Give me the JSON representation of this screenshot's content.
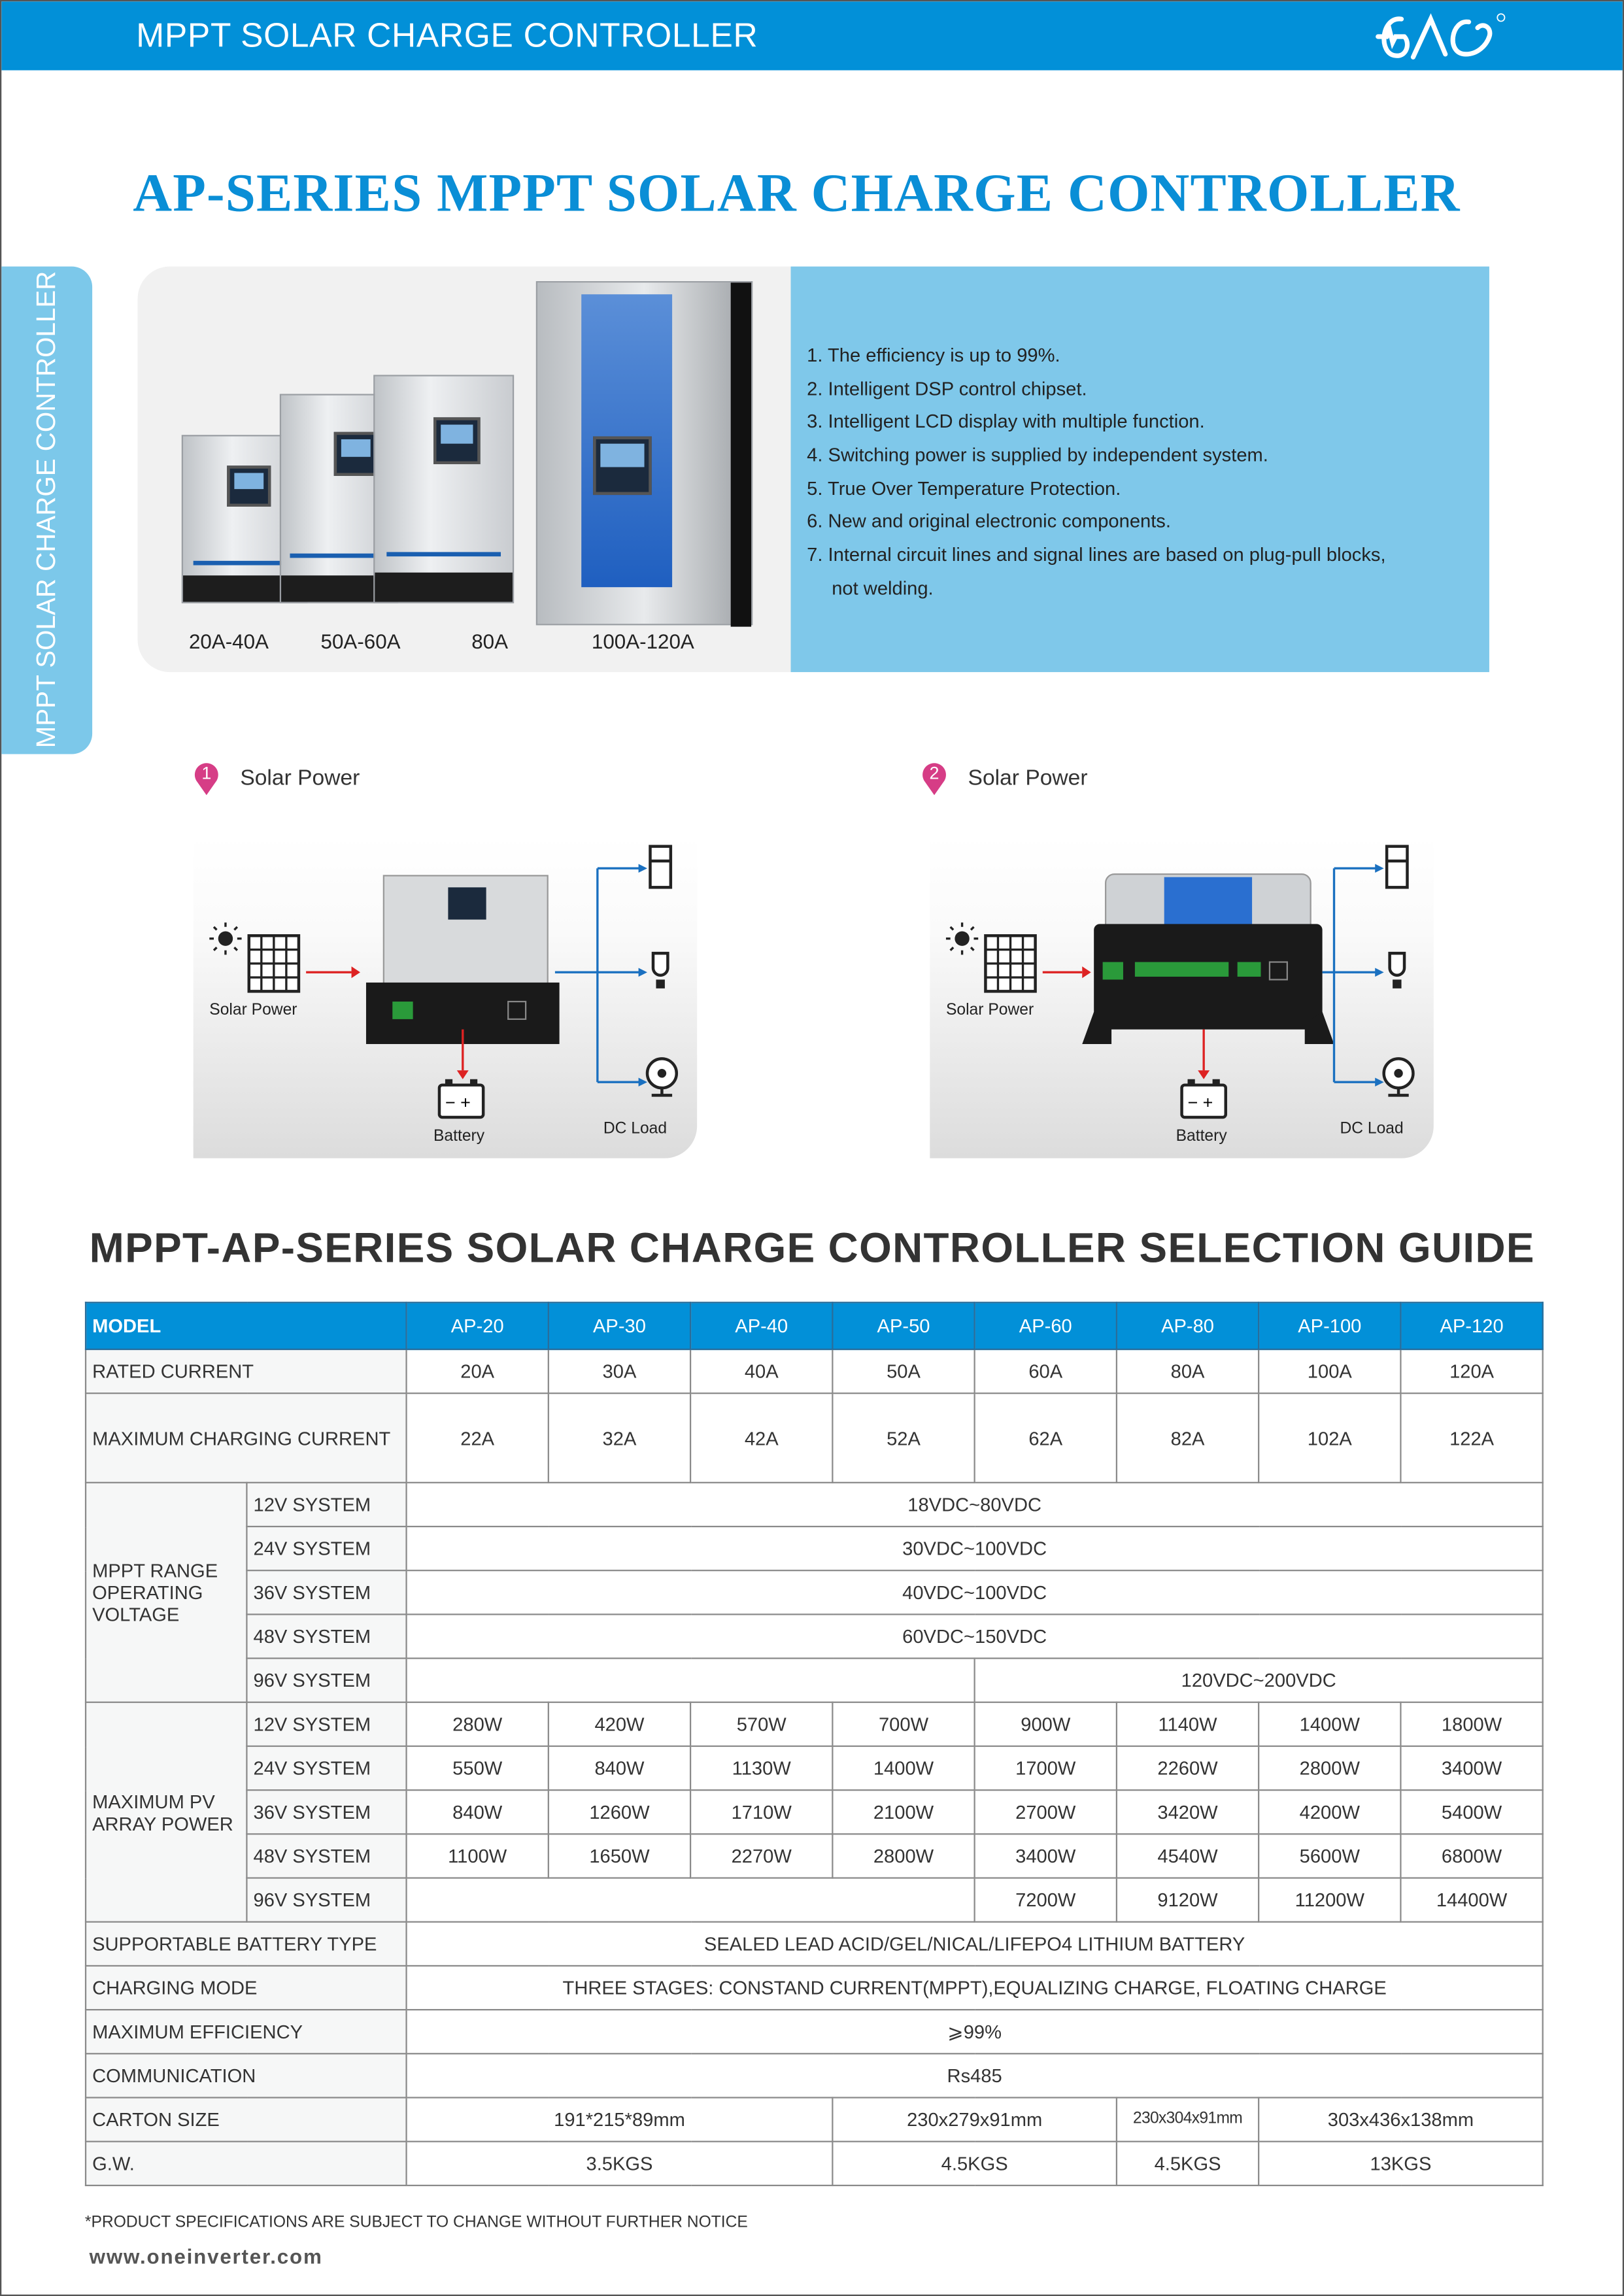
{
  "header": {
    "title": "MPPT SOLAR CHARGE CONTROLLER",
    "logo_icon": "company-logo",
    "brand_color": "#0290d8"
  },
  "main_title": "AP-SERIES MPPT SOLAR CHARGE CONTROLLER",
  "side_tab": "MPPT SOLAR CHARGE CONTROLLER",
  "products": {
    "labels": [
      "20A-40A",
      "50A-60A",
      "80A",
      "100A-120A"
    ]
  },
  "features": [
    "1. The efficiency is up to 99%.",
    "2. Intelligent DSP control chipset.",
    "3. Intelligent LCD display with multiple function.",
    "4. Switching power is supplied by independent system.",
    "5.  True Over Temperature Protection.",
    "6.  New and original electronic components.",
    "7.  Internal circuit lines and signal lines are based on plug-pull blocks,",
    "not welding."
  ],
  "diagrams": [
    {
      "number": "1",
      "title": "Solar Power",
      "solar_label": "Solar Power",
      "battery_label": "Battery",
      "load_label": "DC Load"
    },
    {
      "number": "2",
      "title": "Solar Power",
      "solar_label": "Solar Power",
      "battery_label": "Battery",
      "load_label": "DC Load"
    }
  ],
  "selection_guide": {
    "title": "MPPT-AP-SERIES SOLAR CHARGE CONTROLLER SELECTION GUIDE",
    "header": {
      "label": "MODEL",
      "models": [
        "AP-20",
        "AP-30",
        "AP-40",
        "AP-50",
        "AP-60",
        "AP-80",
        "AP-100",
        "AP-120"
      ]
    },
    "rated_current": {
      "label": "RATED CURRENT",
      "values": [
        "20A",
        "30A",
        "40A",
        "50A",
        "60A",
        "80A",
        "100A",
        "120A"
      ]
    },
    "max_charging_current": {
      "label": "MAXIMUM CHARGING CURRENT",
      "values": [
        "22A",
        "32A",
        "42A",
        "52A",
        "62A",
        "82A",
        "102A",
        "122A"
      ]
    },
    "mppt_voltage": {
      "label": "MPPT RANGE OPERATING VOLTAGE",
      "rows": [
        {
          "system": "12V SYSTEM",
          "value": "18VDC~80VDC"
        },
        {
          "system": "24V SYSTEM",
          "value": "30VDC~100VDC"
        },
        {
          "system": "36V SYSTEM",
          "value": "40VDC~100VDC"
        },
        {
          "system": "48V SYSTEM",
          "value": "60VDC~150VDC"
        },
        {
          "system": "96V SYSTEM",
          "value": "120VDC~200VDC",
          "models": [
            "AP-60",
            "AP-80",
            "AP-100",
            "AP-120"
          ]
        }
      ]
    },
    "max_pv_power": {
      "label": "MAXIMUM PV ARRAY POWER",
      "rows": [
        {
          "system": "12V SYSTEM",
          "values": [
            "280W",
            "420W",
            "570W",
            "700W",
            "900W",
            "1140W",
            "1400W",
            "1800W"
          ]
        },
        {
          "system": "24V SYSTEM",
          "values": [
            "550W",
            "840W",
            "1130W",
            "1400W",
            "1700W",
            "2260W",
            "2800W",
            "3400W"
          ]
        },
        {
          "system": "36V SYSTEM",
          "values": [
            "840W",
            "1260W",
            "1710W",
            "2100W",
            "2700W",
            "3420W",
            "4200W",
            "5400W"
          ]
        },
        {
          "system": "48V SYSTEM",
          "values": [
            "1100W",
            "1650W",
            "2270W",
            "2800W",
            "3400W",
            "4540W",
            "5600W",
            "6800W"
          ]
        },
        {
          "system": "96V SYSTEM",
          "values": [
            "",
            "",
            "",
            "",
            "7200W",
            "9120W",
            "11200W",
            "14400W"
          ]
        }
      ]
    },
    "battery_type": {
      "label": "SUPPORTABLE BATTERY TYPE",
      "value": "SEALED LEAD ACID/GEL/NICAL/LIFEPO4 LITHIUM BATTERY"
    },
    "charging_mode": {
      "label": "CHARGING MODE",
      "value": "THREE STAGES: CONSTAND CURRENT(MPPT),EQUALIZING CHARGE, FLOATING CHARGE"
    },
    "max_efficiency": {
      "label": "MAXIMUM EFFICIENCY",
      "value": "⩾99%"
    },
    "communication": {
      "label": "COMMUNICATION",
      "value": "Rs485"
    },
    "carton_size": {
      "label": "CARTON SIZE",
      "groups": [
        {
          "value": "191*215*89mm",
          "models": [
            "AP-20",
            "AP-30",
            "AP-40"
          ]
        },
        {
          "value": "230x279x91mm",
          "models": [
            "AP-50",
            "AP-60"
          ]
        },
        {
          "value": "230x304x91mm",
          "models": [
            "AP-80"
          ]
        },
        {
          "value": "303x436x138mm",
          "models": [
            "AP-100",
            "AP-120"
          ]
        }
      ]
    },
    "gross_weight": {
      "label": "G.W.",
      "groups": [
        {
          "value": "3.5KGS",
          "models": [
            "AP-20",
            "AP-30",
            "AP-40"
          ]
        },
        {
          "value": "4.5KGS",
          "models": [
            "AP-50",
            "AP-60"
          ]
        },
        {
          "value": "4.5KGS",
          "models": [
            "AP-80"
          ]
        },
        {
          "value": "13KGS",
          "models": [
            "AP-100",
            "AP-120"
          ]
        }
      ]
    }
  },
  "footer": {
    "note": "*PRODUCT SPECIFICATIONS ARE SUBJECT TO CHANGE WITHOUT FURTHER NOTICE",
    "website": "www.oneinverter.com"
  }
}
